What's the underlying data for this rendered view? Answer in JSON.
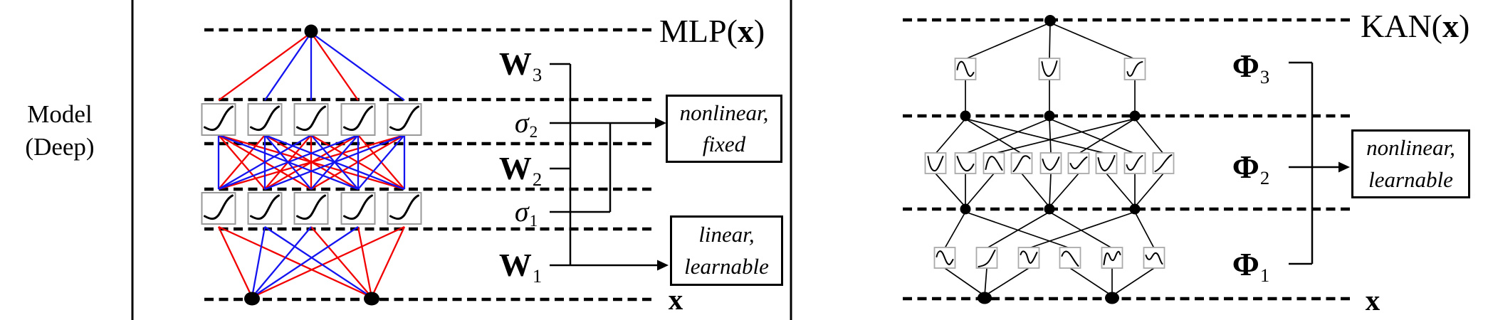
{
  "colors": {
    "edge_red": "#f20000",
    "edge_blue": "#1414f0",
    "ink": "#000000",
    "mlp_box_border": "#999999",
    "kan_box_border": "#aaaaaa"
  },
  "row_header": {
    "line1": "Model",
    "line2": "(Deep)"
  },
  "mlp": {
    "title_prefix": "MLP(",
    "title_x": "x",
    "title_suffix": ")",
    "input_label": "x",
    "layer_labels": [
      {
        "sym": "W",
        "sub": "3"
      },
      {
        "sym": "σ",
        "sub": "2"
      },
      {
        "sym": "W",
        "sub": "2"
      },
      {
        "sym": "σ",
        "sub": "1"
      },
      {
        "sym": "W",
        "sub": "1"
      }
    ],
    "callout_nonlinear": {
      "line1": "nonlinear,",
      "line2": "fixed"
    },
    "callout_linear": {
      "line1": "linear,",
      "line2": "learnable"
    }
  },
  "kan": {
    "title_prefix": "KAN(",
    "title_x": "x",
    "title_suffix": ")",
    "input_label": "x",
    "layer_labels": [
      {
        "sym": "Φ",
        "sub": "3"
      },
      {
        "sym": "Φ",
        "sub": "2"
      },
      {
        "sym": "Φ",
        "sub": "1"
      }
    ],
    "callout_nonlinear": {
      "line1": "nonlinear,",
      "line2": "learnable"
    }
  }
}
